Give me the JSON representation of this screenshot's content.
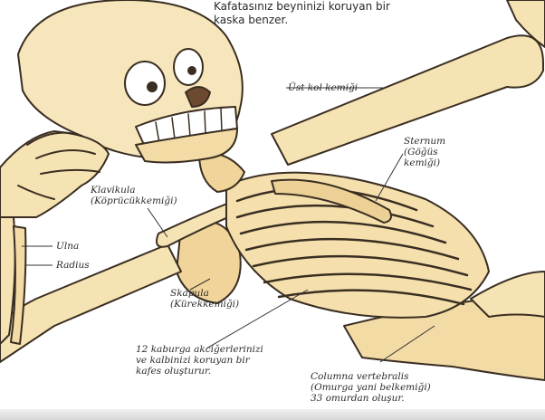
{
  "caption": {
    "line1": "Kafatasınız beyninizi koruyan bir",
    "line2": "kaska benzer."
  },
  "labels": {
    "ust_kol": "Üst kol kemiği",
    "sternum_1": "Sternum",
    "sternum_2": "(Göğüs",
    "sternum_3": "kemiği)",
    "klavikula_1": "Klavikula",
    "klavikula_2": "(Köprücükkemiği)",
    "ulna": "Ulna",
    "radius": "Radius",
    "skapula_1": "Skapula",
    "skapula_2": "(Kürekkemiği)",
    "kaburga_1": "12 kaburga akciğerlerinizi",
    "kaburga_2": "ve kalbinizi koruyan bir",
    "kaburga_3": "kafes oluşturur.",
    "columna_1": "Columna vertebralis",
    "columna_2": "(Omurga yani belkemiği)",
    "columna_3": "33 omurdan oluşur."
  },
  "colors": {
    "bone": "#f6e3b3",
    "bone_shade": "#e9c98a",
    "outline": "#3a2e22",
    "leader": "#333333"
  }
}
